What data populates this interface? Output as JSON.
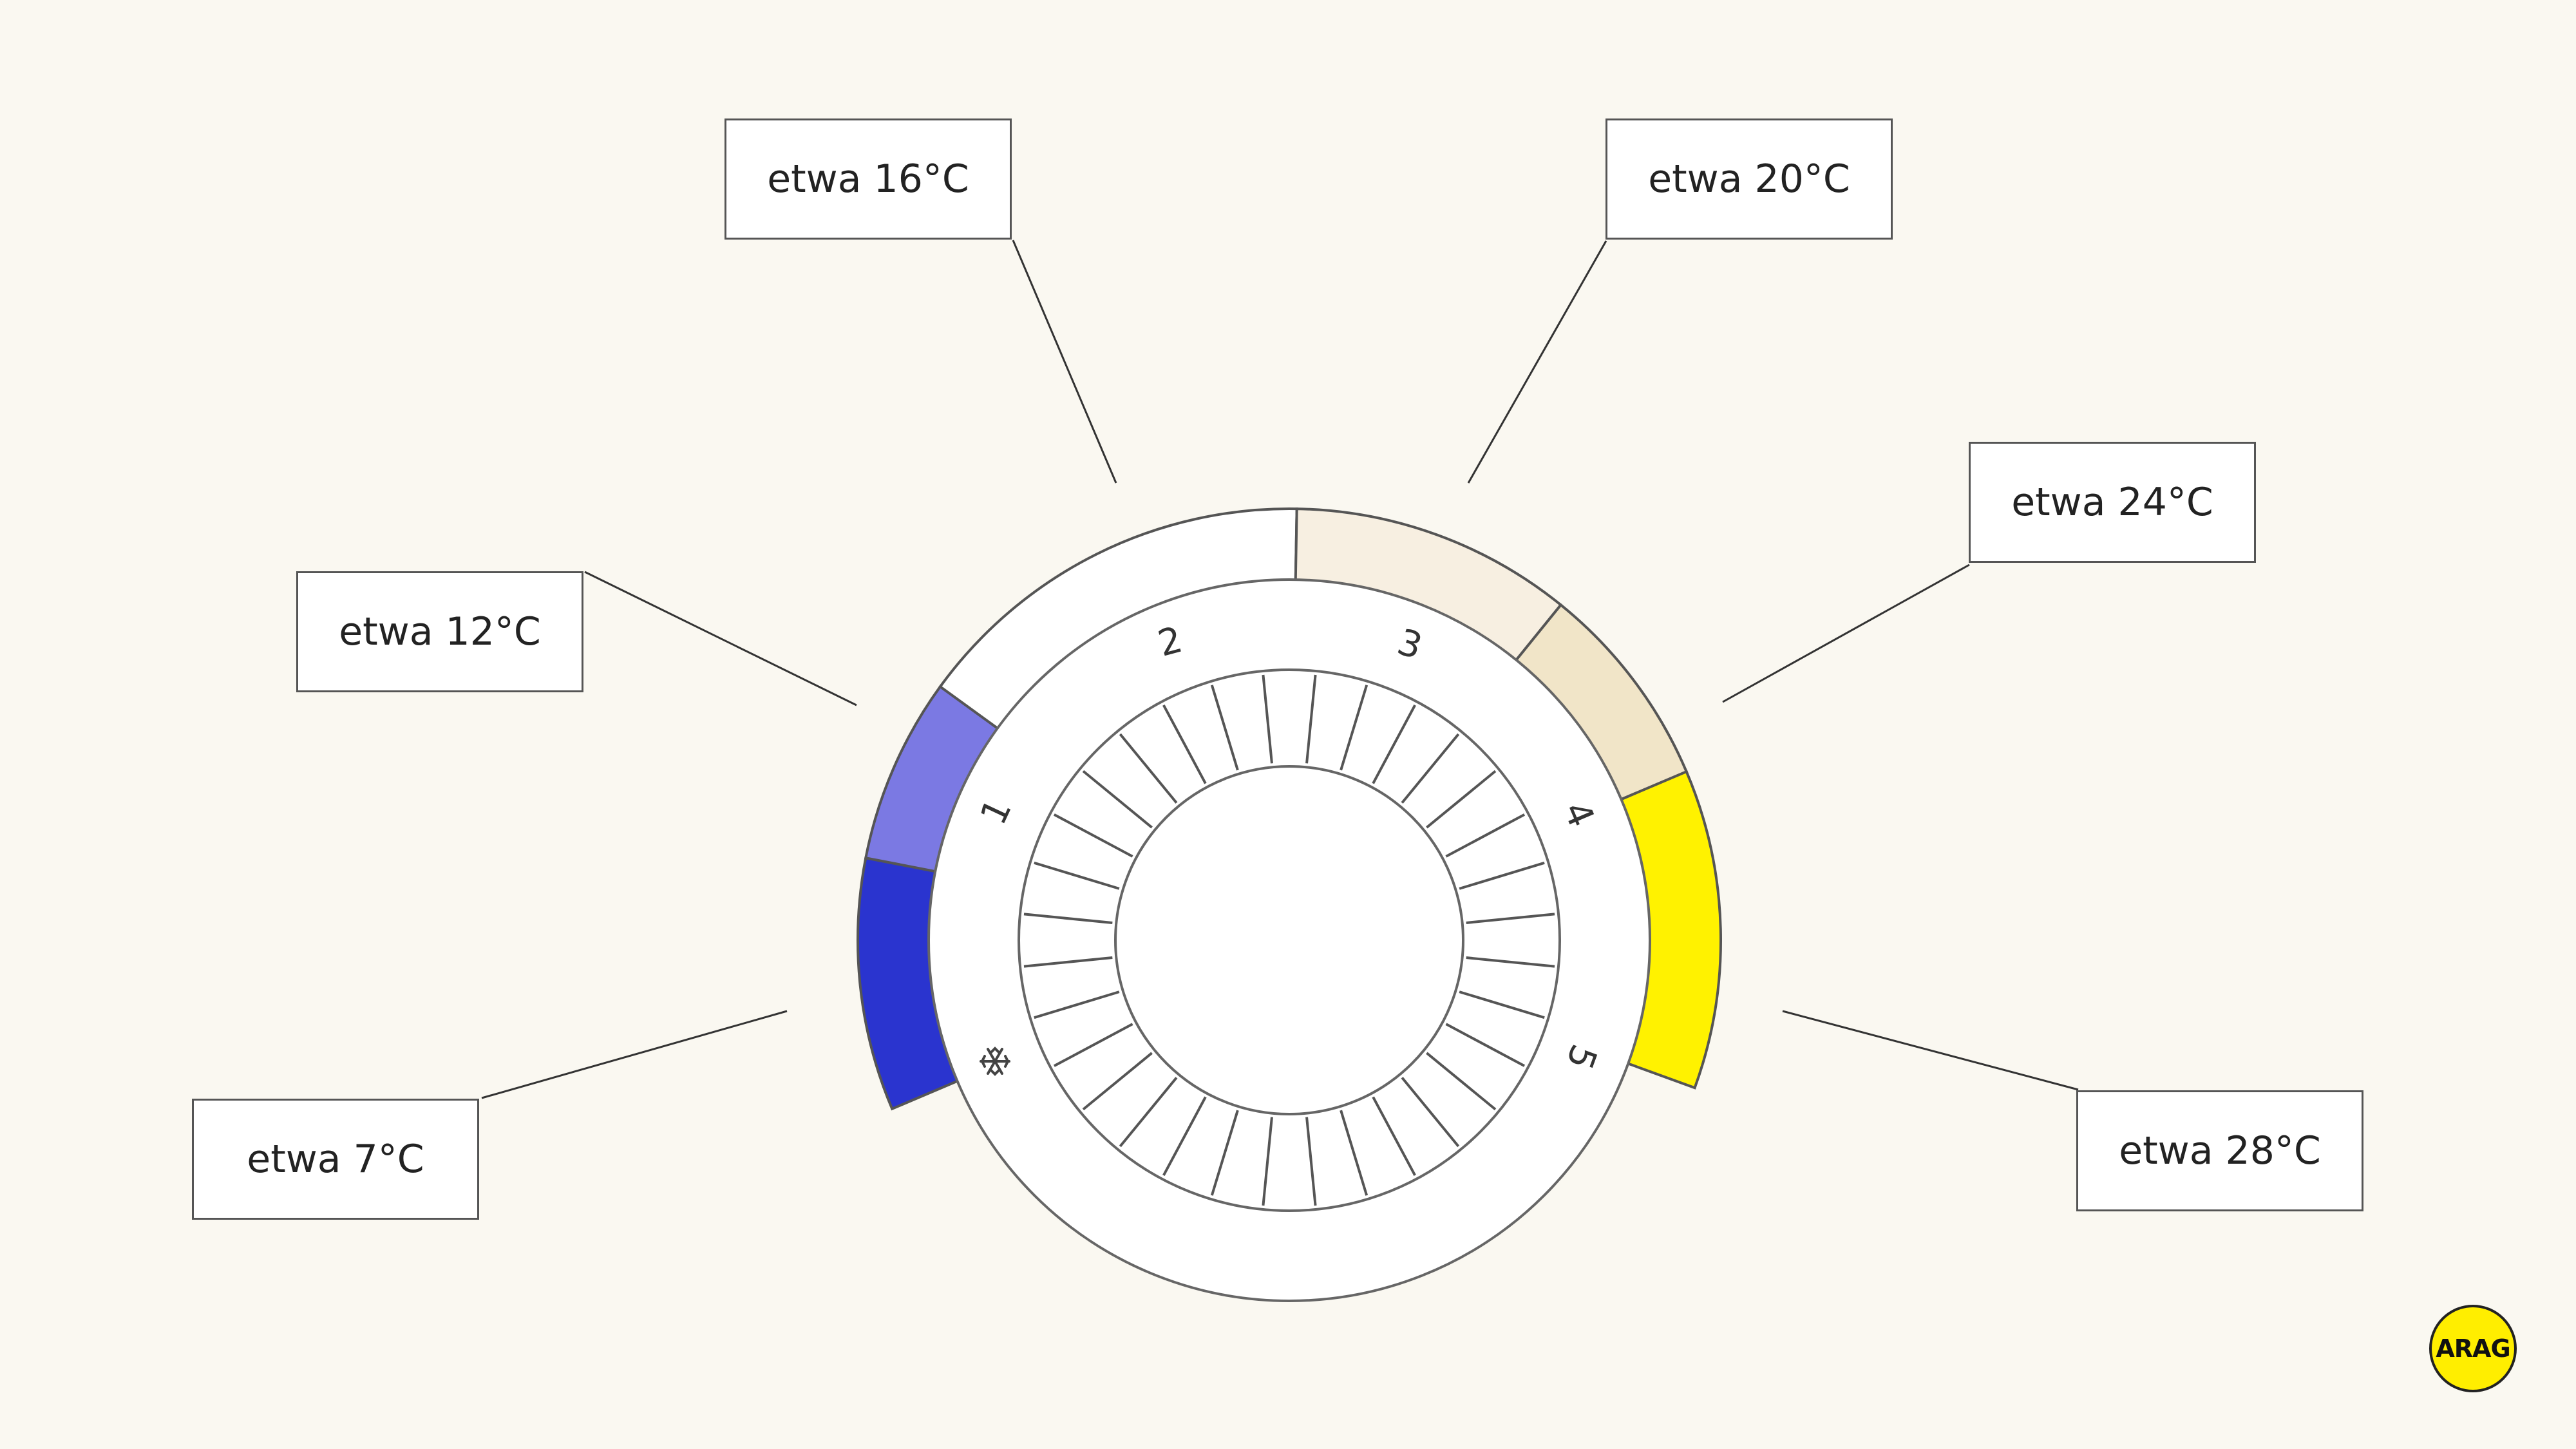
{
  "callouts": [
    {
      "id": "7",
      "label": "etwa 7°C"
    },
    {
      "id": "12",
      "label": "etwa 12°C"
    },
    {
      "id": "16",
      "label": "etwa 16°C"
    },
    {
      "id": "20",
      "label": "etwa 20°C"
    },
    {
      "id": "24",
      "label": "etwa 24°C"
    },
    {
      "id": "28",
      "label": "etwa 28°C"
    }
  ],
  "dial": {
    "snowflake_icon": "snowflake-icon",
    "numbers": [
      "1",
      "2",
      "3",
      "4",
      "5"
    ],
    "segments": [
      {
        "name": "frost",
        "color": "#2a34cf"
      },
      {
        "name": "level-1",
        "color": "#7b79e3"
      },
      {
        "name": "level-2",
        "color": "#ffffff"
      },
      {
        "name": "level-3",
        "color": "#f7efe1"
      },
      {
        "name": "level-4",
        "color": "#f1e5c8"
      },
      {
        "name": "level-5",
        "color": "#fff200"
      }
    ]
  },
  "logo": {
    "text": "ARAG",
    "color": "#ffee00"
  }
}
